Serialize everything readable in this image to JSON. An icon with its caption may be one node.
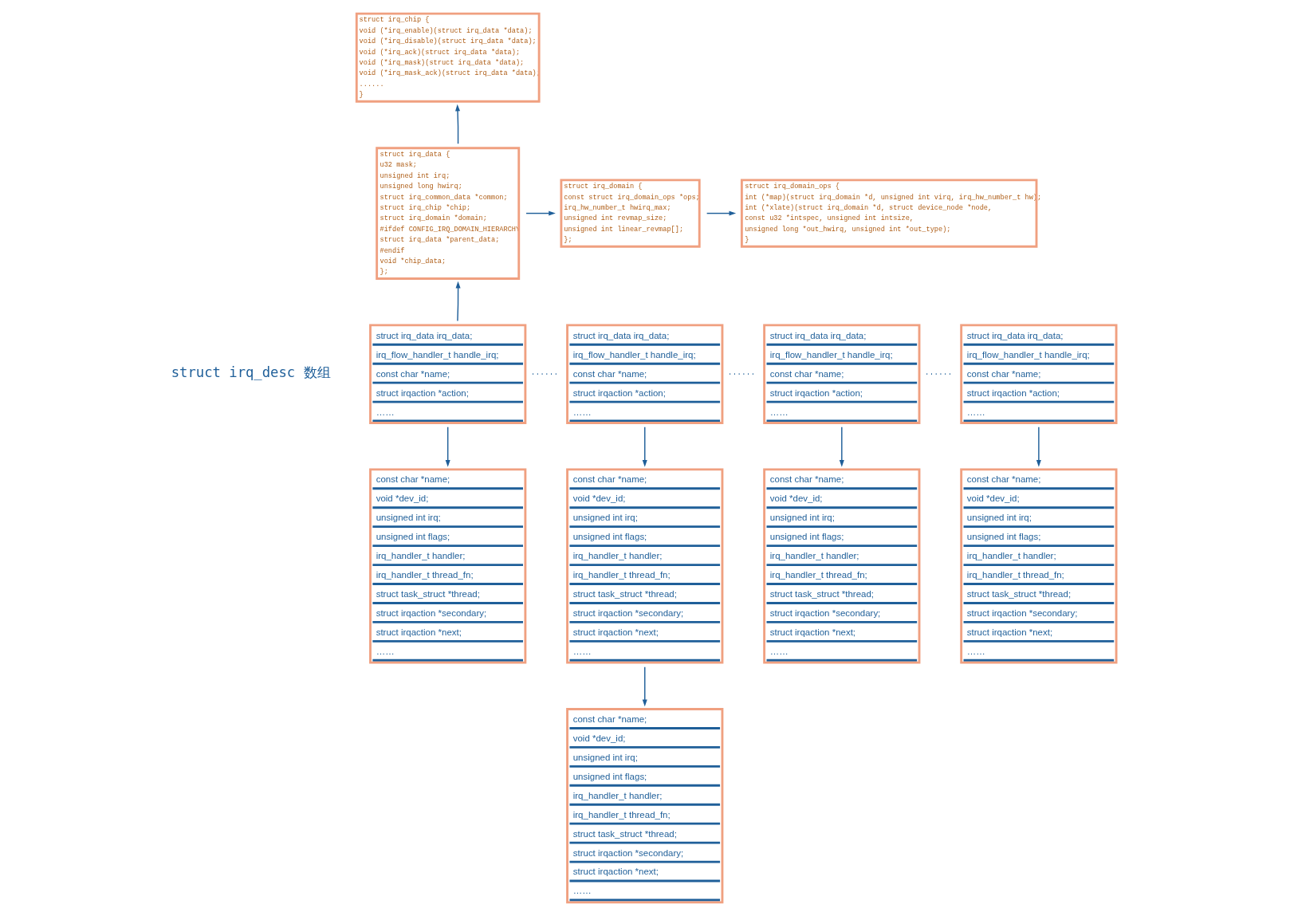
{
  "diagram": {
    "nodes": [
      {
        "text": [
          "struct irq_chip {",
          "void (*irq_enable)(struct irq_data *data);",
          "void (*irq_disable)(struct irq_data *data);",
          "void (*irq_ack)(struct irq_data *data);",
          "void (*irq_mask)(struct irq_data *data);",
          "void (*irq_mask_ack)(struct irq_data *data);",
          "......",
          "}"
        ]
      },
      {
        "text": [
          "struct irq_data {",
          "u32 mask;",
          "unsigned int irq;",
          "unsigned long hwirq;",
          "struct irq_common_data *common;",
          "struct irq_chip *chip;",
          "struct irq_domain *domain;",
          "#ifdef CONFIG_IRQ_DOMAIN_HIERARCHY",
          "struct irq_data *parent_data;",
          "#endif",
          "void *chip_data;",
          "};"
        ]
      },
      {
        "text": [
          "struct irq_domain {",
          "const struct irq_domain_ops *ops;",
          "irq_hw_number_t hwirq_max;",
          "unsigned int revmap_size;",
          "unsigned int linear_revmap[];",
          "};"
        ]
      },
      {
        "text": [
          "struct irq_domain_ops {",
          "int (*map)(struct irq_domain *d, unsigned int virq, irq_hw_number_t hw);",
          "int (*xlate)(struct irq_domain *d, struct device_node *node,",
          "const u32 *intspec, unsigned int intsize,",
          "unsigned long *out_hwirq, unsigned int *out_type);",
          "}"
        ]
      },
      {
        "text": [
          "struct irq_data irq_data;",
          "irq_flow_handler_t handle_irq;",
          "const char *name;",
          "struct irqaction *action;",
          "……"
        ]
      },
      {
        "text": [
          "struct irq_data irq_data;",
          "irq_flow_handler_t handle_irq;",
          "const char *name;",
          "struct irqaction *action;",
          "……"
        ]
      },
      {
        "text": [
          "struct irq_data irq_data;",
          "irq_flow_handler_t handle_irq;",
          "const char *name;",
          "struct irqaction *action;",
          "……"
        ]
      },
      {
        "text": [
          "struct irq_data irq_data;",
          "irq_flow_handler_t handle_irq;",
          "const char *name;",
          "struct irqaction *action;",
          "……"
        ]
      },
      {
        "text": [
          "const char *name;",
          "void *dev_id;",
          "unsigned int irq;",
          "unsigned int flags;",
          "irq_handler_t handler;",
          "irq_handler_t thread_fn;",
          "struct task_struct *thread;",
          "struct irqaction *secondary;",
          "struct irqaction *next;",
          "……"
        ]
      },
      {
        "text": [
          "const char *name;",
          "void *dev_id;",
          "unsigned int irq;",
          "unsigned int flags;",
          "irq_handler_t handler;",
          "irq_handler_t thread_fn;",
          "struct task_struct *thread;",
          "struct irqaction *secondary;",
          "struct irqaction *next;",
          "……"
        ]
      },
      {
        "text": [
          "const char *name;",
          "void *dev_id;",
          "unsigned int irq;",
          "unsigned int flags;",
          "irq_handler_t handler;",
          "irq_handler_t thread_fn;",
          "struct task_struct *thread;",
          "struct irqaction *secondary;",
          "struct irqaction *next;",
          "……"
        ]
      },
      {
        "text": [
          "const char *name;",
          "void *dev_id;",
          "unsigned int irq;",
          "unsigned int flags;",
          "irq_handler_t handler;",
          "irq_handler_t thread_fn;",
          "struct task_struct *thread;",
          "struct irqaction *secondary;",
          "struct irqaction *next;",
          "……"
        ]
      },
      {
        "text": [
          "const char *name;",
          "void *dev_id;",
          "unsigned int irq;",
          "unsigned int flags;",
          "irq_handler_t handler;",
          "irq_handler_t thread_fn;",
          "struct task_struct *thread;",
          "struct irqaction *secondary;",
          "struct irqaction *next;",
          "……"
        ]
      }
    ],
    "edges": [
      {
        "from": 4,
        "to": 1,
        "arrow": "to"
      },
      {
        "from": 1,
        "to": 0,
        "arrow": "to"
      },
      {
        "from": 1,
        "to": 2,
        "arrow": "to"
      },
      {
        "from": 2,
        "to": 3,
        "arrow": "to"
      },
      {
        "from": 4,
        "to": 8,
        "arrow": "to"
      },
      {
        "from": 5,
        "to": 9,
        "arrow": "to"
      },
      {
        "from": 6,
        "to": 10,
        "arrow": "to"
      },
      {
        "from": 7,
        "to": 11,
        "arrow": "to"
      },
      {
        "from": 9,
        "to": 12,
        "arrow": "to"
      },
      {
        "from": 4,
        "to": 5,
        "arrow": "none",
        "style": "dashed"
      },
      {
        "from": 5,
        "to": 6,
        "arrow": "none",
        "style": "dashed"
      },
      {
        "from": 6,
        "to": 7,
        "arrow": "none",
        "style": "dashed"
      }
    ],
    "labels": [
      "struct irq_desc 数组"
    ]
  }
}
